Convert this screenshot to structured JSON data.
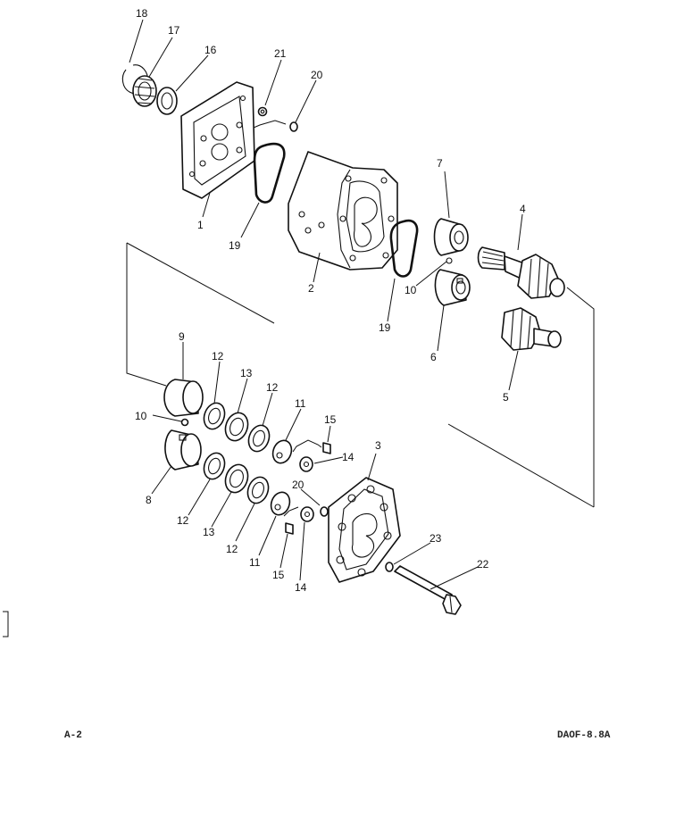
{
  "callouts": {
    "c1": "1",
    "c2": "2",
    "c3": "3",
    "c4": "4",
    "c5": "5",
    "c6": "6",
    "c7": "7",
    "c8": "8",
    "c9": "9",
    "c10a": "10",
    "c10b": "10",
    "c11a": "11",
    "c11b": "11",
    "c12a": "12",
    "c12b": "12",
    "c12c": "12",
    "c12d": "12",
    "c13a": "13",
    "c13b": "13",
    "c14a": "14",
    "c14b": "14",
    "c15a": "15",
    "c15b": "15",
    "c16": "16",
    "c17": "17",
    "c18": "18",
    "c19a": "19",
    "c19b": "19",
    "c20a": "20",
    "c20b": "20",
    "c21": "21",
    "c22": "22",
    "c23": "23"
  },
  "footer": {
    "left_code": "A-2",
    "right_code": "DAOF-8.8A"
  }
}
